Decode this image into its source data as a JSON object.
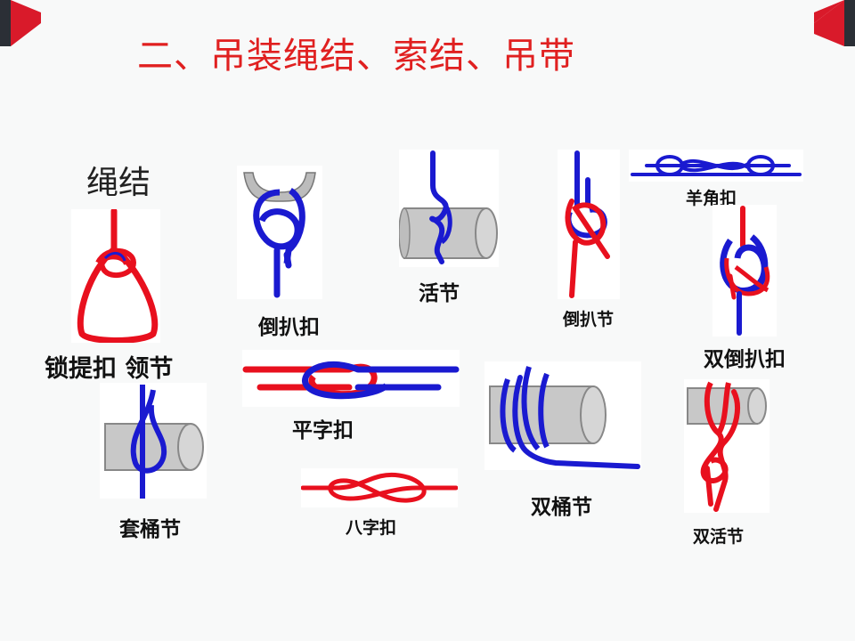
{
  "slide": {
    "title": "二、吊装绳结、索结、吊带",
    "section_label": "绳结"
  },
  "knots": {
    "suotikou_lingjie": "锁提扣 领节",
    "taotongjie": "套桶节",
    "daobakou_1": "倒扒扣",
    "pingzikou": "平字扣",
    "bazikou": "八字扣",
    "huojie": "活节",
    "shuangtongjie": "双桶节",
    "daobajie": "倒扒节",
    "yangjiaokou": "羊角扣",
    "shuangdaobakou": "双倒扒扣",
    "shuanghuojie": "双活节"
  },
  "colors": {
    "title": "#e02020",
    "rope_red": "#e8101e",
    "rope_blue": "#1a1ad0",
    "corner_red": "#d91a2a",
    "corner_dark": "#2b2f36"
  }
}
